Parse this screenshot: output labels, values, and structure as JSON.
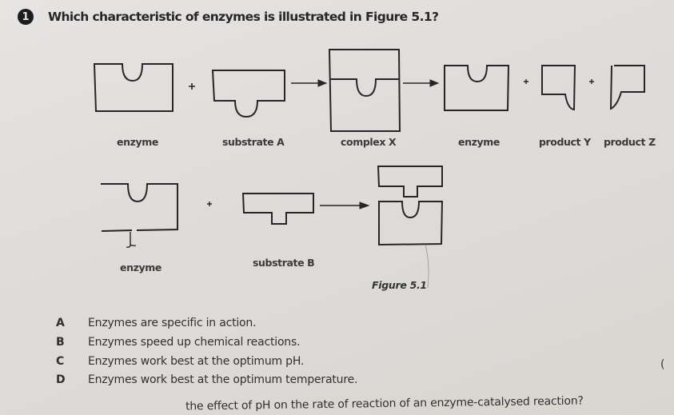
{
  "question": {
    "number": "1",
    "text": "Which characteristic of enzymes is illustrated in Figure 5.1?"
  },
  "figure": {
    "caption": "Figure 5.1",
    "row1": {
      "labels": [
        "enzyme",
        "substrate A",
        "complex X",
        "enzyme",
        "product Y",
        "product Z"
      ],
      "operators": [
        "+",
        "→",
        "→",
        "+",
        "+"
      ]
    },
    "row2": {
      "labels": [
        "enzyme",
        "substrate B"
      ],
      "operators": [
        "+",
        "→"
      ]
    }
  },
  "options": [
    {
      "letter": "A",
      "text": "Enzymes are specific in action."
    },
    {
      "letter": "B",
      "text": "Enzymes speed up chemical reactions."
    },
    {
      "letter": "C",
      "text": "Enzymes work best at the optimum pH."
    },
    {
      "letter": "D",
      "text": "Enzymes work best at the optimum temperature."
    }
  ],
  "answer_bracket": "(",
  "next_question_fragment": "the effect of pH on the rate of reaction of an enzyme-catalysed reaction?"
}
